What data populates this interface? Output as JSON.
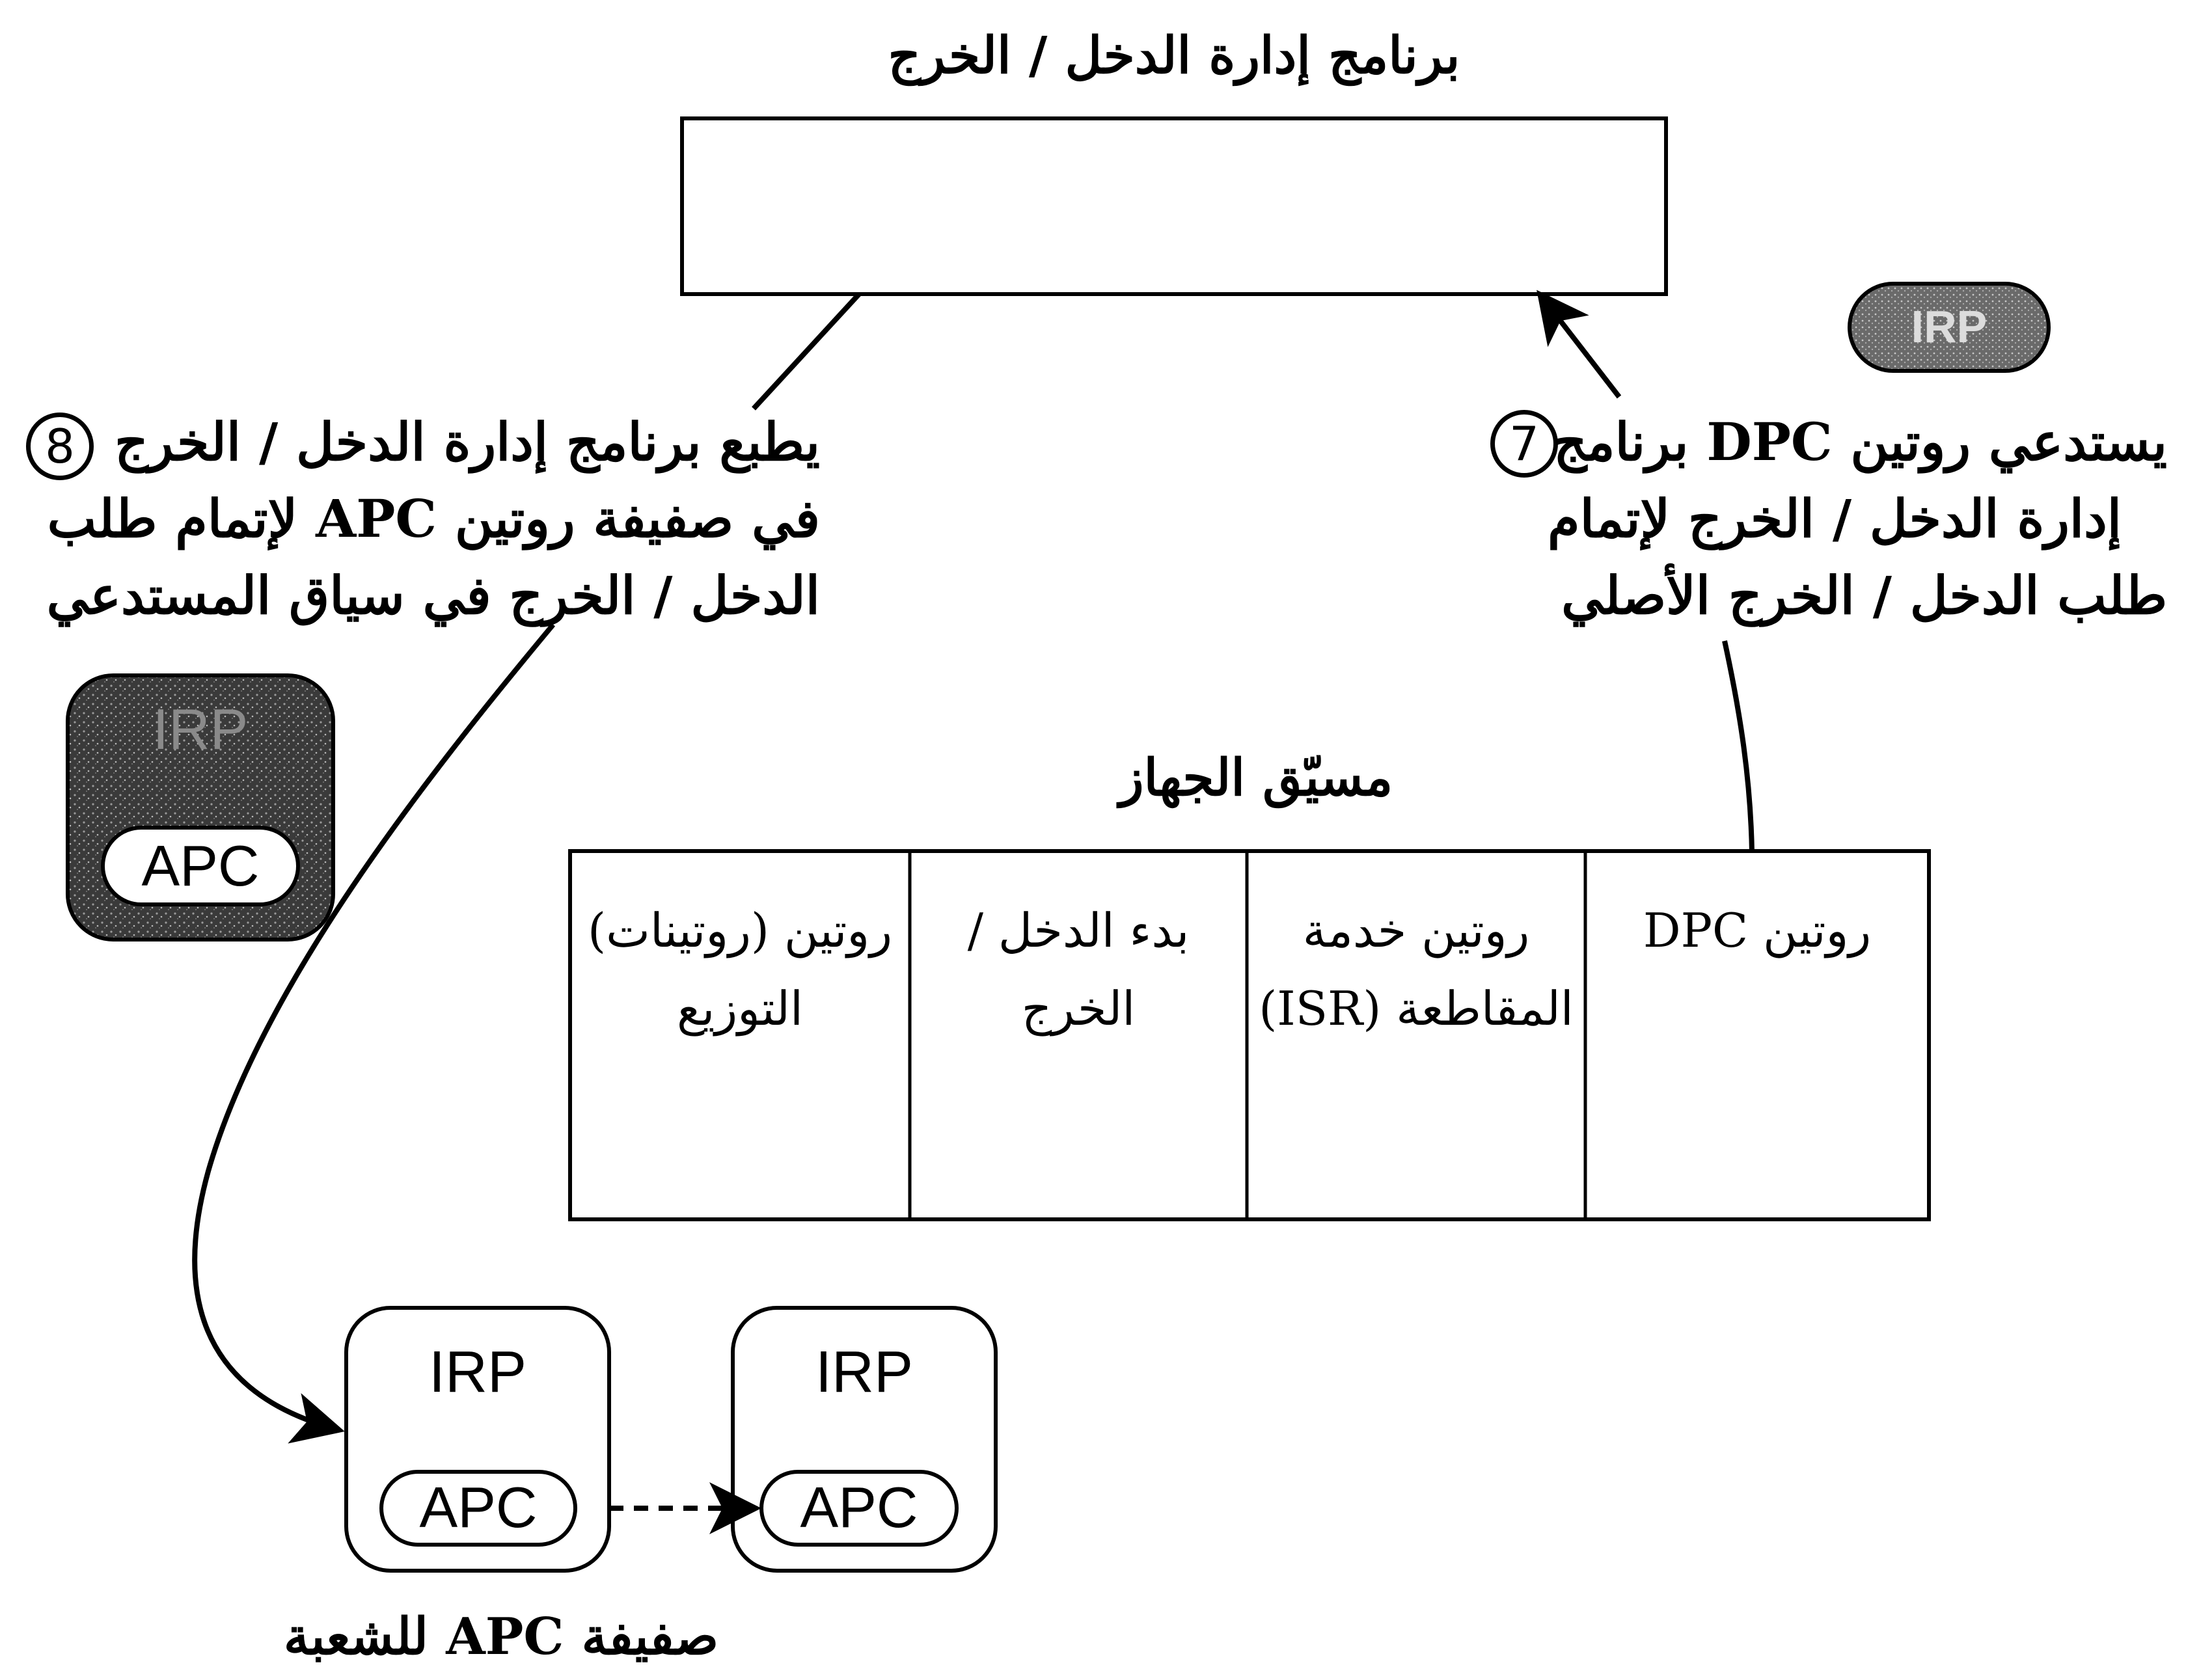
{
  "diagram": {
    "io_manager": {
      "title": "برنامج إدارة الدخل / الخرج"
    },
    "irp_chip": {
      "label": "IRP"
    },
    "step7": {
      "number": "7",
      "lines": [
        "يستدعي روتين DPC برنامج",
        "إدارة الدخل / الخرج لإتمام",
        "طلب الدخل / الخرج الأصلي"
      ]
    },
    "step8": {
      "number": "8",
      "lines": [
        "يطبع برنامج إدارة الدخل / الخرج",
        "في صفيفة روتين APC لإتمام طلب",
        "الدخل / الخرج في سياق المستدعي"
      ]
    },
    "dark_irp": {
      "irp_label": "IRP",
      "apc_label": "APC"
    },
    "device_driver": {
      "title": "مسيّق الجهاز",
      "cells": [
        {
          "lines": [
            "روتين DPC"
          ]
        },
        {
          "lines": [
            "روتين خدمة",
            "المقاطعة (ISR)"
          ]
        },
        {
          "lines": [
            "بدء الدخل /",
            "الخرج"
          ]
        },
        {
          "lines": [
            "روتين (روتينات)",
            "التوزيع"
          ]
        }
      ]
    },
    "apc_queue": {
      "items": [
        {
          "irp_label": "IRP",
          "apc_label": "APC"
        },
        {
          "irp_label": "IRP",
          "apc_label": "APC"
        }
      ],
      "caption": "صفيفة APC للشعبة"
    },
    "colors": {
      "ink": "#000000",
      "paper": "#ffffff",
      "dark_fill": "#2a2a2a",
      "chip_fill": "#6e6e6e"
    }
  }
}
